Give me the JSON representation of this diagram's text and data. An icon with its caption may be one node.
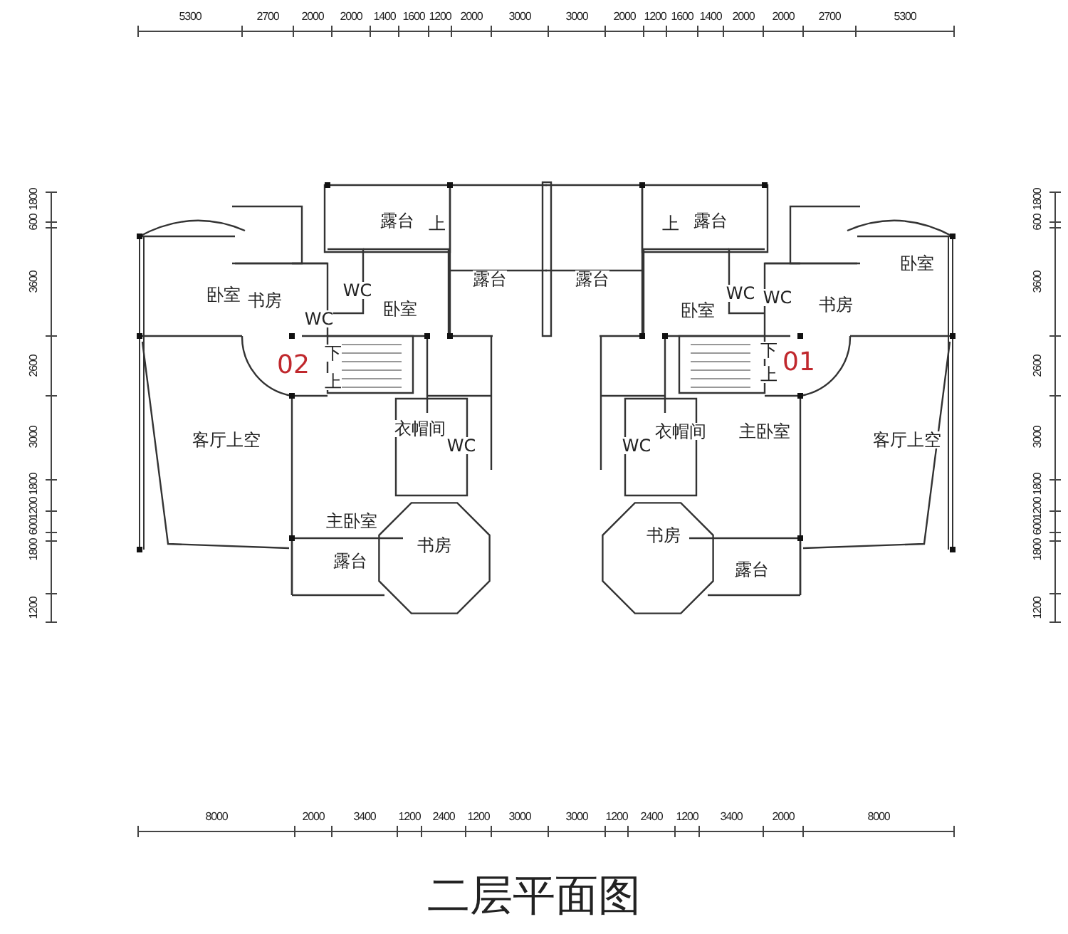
{
  "diagram": {
    "title": "二层平面图",
    "labels": [
      "5300",
      "2700",
      "2000",
      "2000",
      "1400",
      "1600",
      "1200",
      "2000",
      "3000",
      "3000",
      "2000",
      "1200",
      "1600",
      "1400",
      "2000",
      "2000",
      "2700",
      "5300",
      "1800",
      "600",
      "3600",
      "2600",
      "3000",
      "1800",
      "1200",
      "600",
      "1800",
      "1200",
      "1800",
      "600",
      "3600",
      "2600",
      "3000",
      "1800",
      "1200",
      "600",
      "1800",
      "1200",
      "露台",
      "上",
      "上",
      "露台",
      "露台",
      "露台",
      "卧室",
      "卧室",
      "书房",
      "WC",
      "WC",
      "卧室",
      "卧室",
      "WC",
      "WC",
      "书房",
      "02",
      "下",
      "上",
      "下",
      "上",
      "01",
      "客厅上空",
      "衣帽间",
      "WC",
      "WC",
      "衣帽间",
      "主卧室",
      "客厅上空",
      "主卧室",
      "书房",
      "露台",
      "书房",
      "露台",
      "8000",
      "2000",
      "3400",
      "1200",
      "2400",
      "1200",
      "3000",
      "3000",
      "1200",
      "2400",
      "1200",
      "3400",
      "2000",
      "8000"
    ]
  }
}
